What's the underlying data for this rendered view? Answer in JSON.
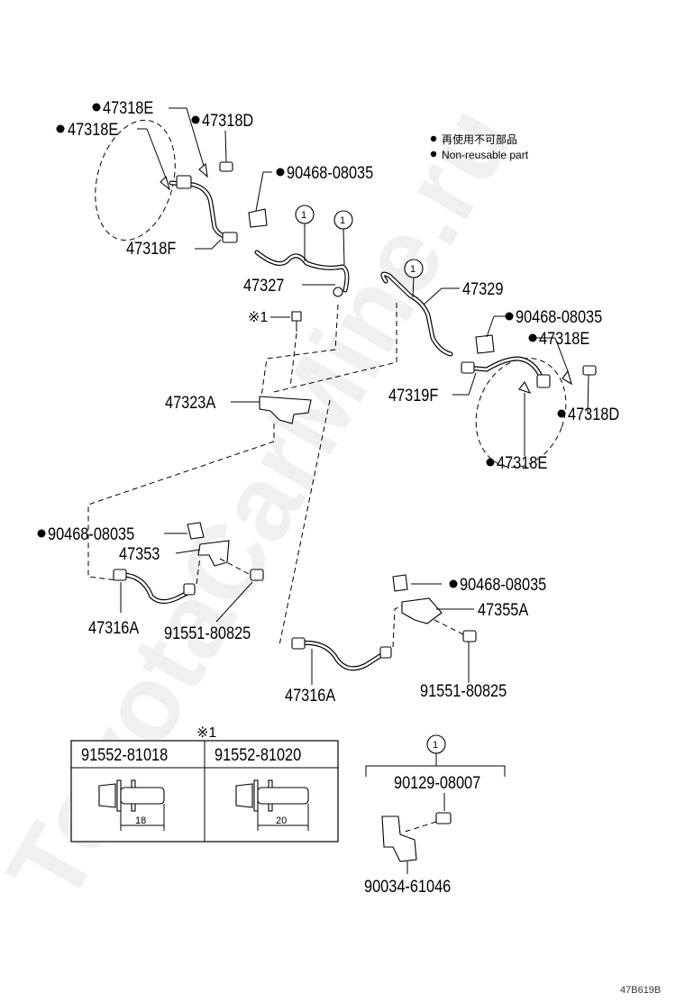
{
  "legend": {
    "reuse_jp": "再使用不可部品",
    "reuse_en": "Non-reusable part"
  },
  "callout_symbol": "1",
  "note_mark": "※1",
  "parts": {
    "p47318E_a": "47318E",
    "p47318E_b": "47318E",
    "p47318D_a": "47318D",
    "p90468_a": "90468-08035",
    "p47318F": "47318F",
    "p47327": "47327",
    "p47329": "47329",
    "p90468_b": "90468-08035",
    "p47318E_c": "47318E",
    "p47319F": "47319F",
    "p47318D_b": "47318D",
    "p47318E_d": "47318E",
    "p47323A": "47323A",
    "p90468_c": "90468-08035",
    "p47353": "47353",
    "p47316A_a": "47316A",
    "p91551_a": "91551-80825",
    "p90468_d": "90468-08035",
    "p47355A": "47355A",
    "p47316A_b": "47316A",
    "p91551_b": "91551-80825",
    "p90129": "90129-08007",
    "p90034": "90034-61046"
  },
  "bolt_table": {
    "col1_header": "91552-81018",
    "col2_header": "91552-81020",
    "col1_dim": "18",
    "col2_dim": "20"
  },
  "figure_id": "47B619B",
  "watermark": "ToyotaCarMine.ru"
}
